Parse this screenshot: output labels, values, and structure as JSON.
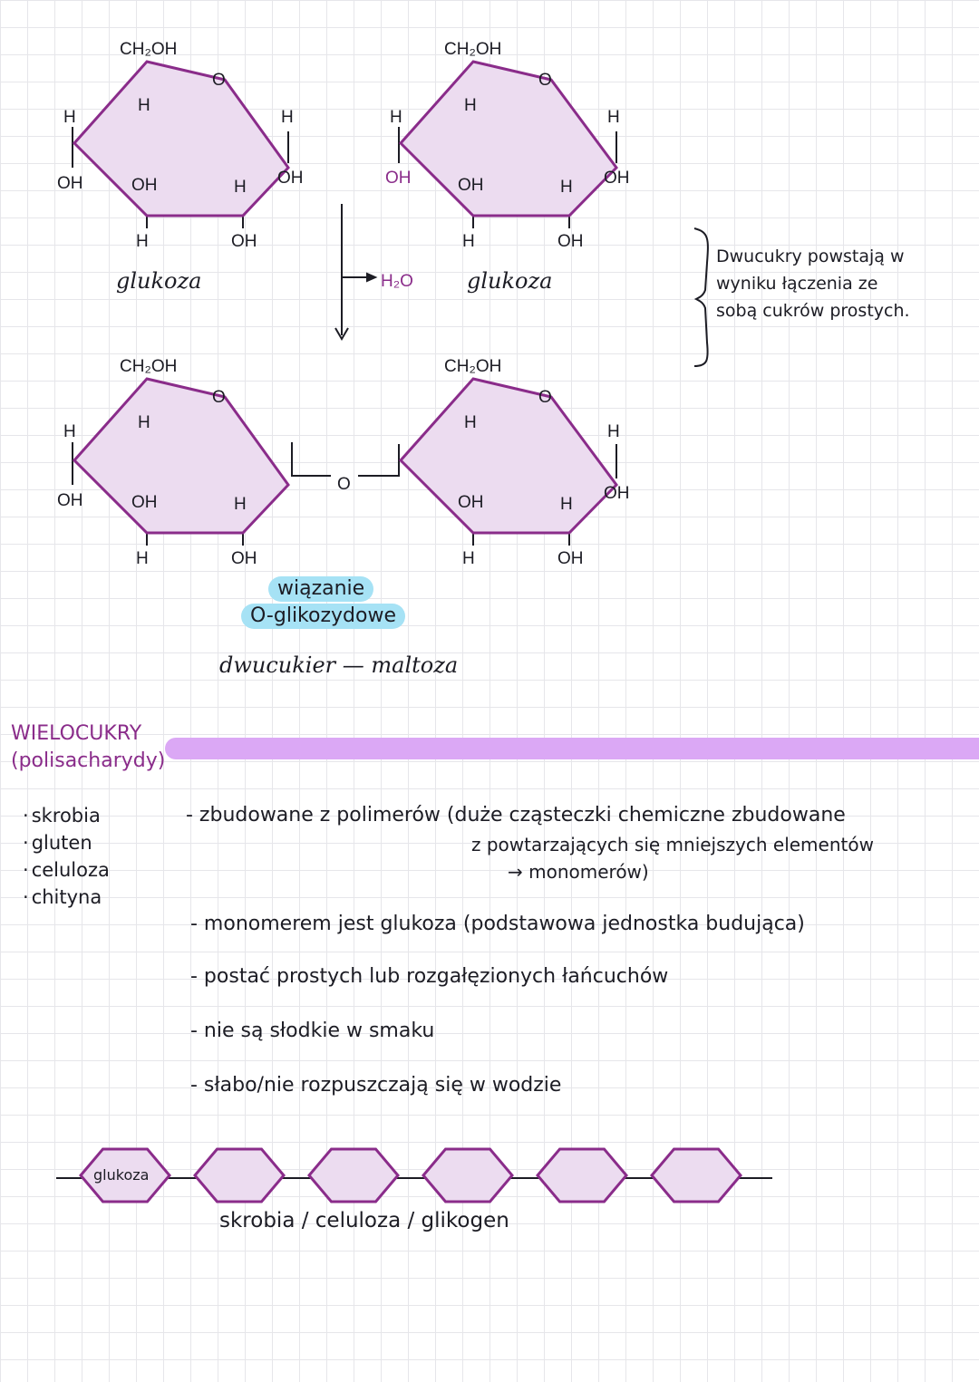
{
  "reaction": {
    "molecule_left": {
      "name": "glukoza",
      "group_top": "CH₂OH",
      "ring_oxygen": "O",
      "substituents": [
        "H",
        "OH",
        "H",
        "OH",
        "H",
        "H",
        "OH",
        "H",
        "OH"
      ]
    },
    "molecule_right": {
      "name": "glukoza",
      "group_top": "CH₂OH",
      "ring_oxygen": "O",
      "substituents": [
        "H",
        "OH",
        "H",
        "OH",
        "H",
        "H",
        "OH",
        "H",
        "OH"
      ]
    },
    "water": "H₂O",
    "product": {
      "bridge_oxygen": "O",
      "bond_label_line1": "wiązanie",
      "bond_label_line2": "O-glikozydowe",
      "caption": "dwucukier — maltoza"
    }
  },
  "side_note": "Dwucukry powstają w wyniku łączenia ze sobą cukrów prostych.",
  "section": {
    "title": "WIELOCUKRY",
    "subtitle": "(polisacharydy)",
    "color_heading": "#8a2c8a",
    "color_bar": "#dba8f5"
  },
  "examples": [
    "skrobia",
    "gluten",
    "celuloza",
    "chityna"
  ],
  "properties": {
    "p1_line1": "- zbudowane z polimerów (duże cząsteczki chemiczne zbudowane",
    "p1_line2": "z powtarzających się mniejszych elementów",
    "p1_line3": "→ monomerów)",
    "p2": "- monomerem jest glukoza (podstawowa jednostka budująca)",
    "p3": "- postać prostych lub rozgałęzionych łańcuchów",
    "p4": "- nie są słodkie w smaku",
    "p5": "- słabo/nie rozpuszczają się w wodzie"
  },
  "chain": {
    "first_label": "glukoza",
    "unit_count": 6,
    "caption": "skrobia / celuloza / glikogen"
  },
  "colors": {
    "ring_stroke": "#8a2c8a",
    "ring_fill": "#ecdcf0",
    "badge": "#a6e2f5"
  }
}
